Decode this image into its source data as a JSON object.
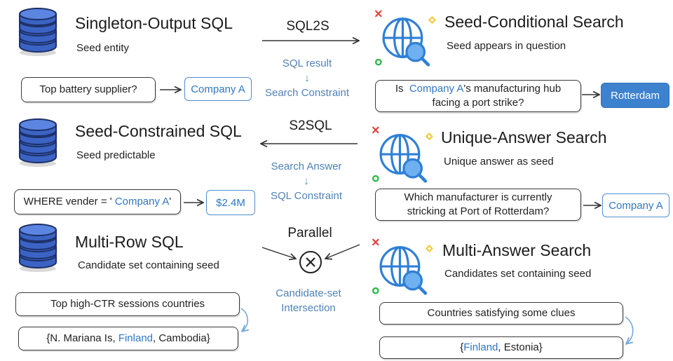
{
  "left": {
    "rows": [
      {
        "title": "Singleton-Output SQL",
        "subtitle": "Seed entity",
        "query": "Top battery supplier?",
        "result": "Company A"
      },
      {
        "title": "Seed-Constrained SQL",
        "subtitle": "Seed predictable",
        "query_pre": "WHERE vender = '",
        "query_hl": "Company A",
        "query_post": "'",
        "result": "$2.4M"
      },
      {
        "title": "Multi-Row SQL",
        "subtitle": "Candidate set containing seed",
        "query": "Top high-CTR sessions countries",
        "result_pre": "{N. Mariana Is,",
        "result_hl": "Finland",
        "result_post": ", Cambodia}"
      }
    ]
  },
  "middle": {
    "op1": "SQL2S",
    "note1_a": "SQL result",
    "note1_arrow": "↓",
    "note1_b": "Search Constraint",
    "op2": "S2SQL",
    "note2_a": "Search Answer",
    "note2_arrow": "↓",
    "note2_b": "SQL Constraint",
    "op3": "Parallel",
    "note3_a": "Candidate-set",
    "note3_b": "Intersection"
  },
  "right": {
    "rows": [
      {
        "title": "Seed-Conditional Search",
        "subtitle": "Seed appears in question",
        "query_pre": "Is",
        "query_hl": "Company A",
        "query_post": "'s manufacturing hub",
        "query_line2": "facing a port strike?",
        "result": "Rotterdam"
      },
      {
        "title": "Unique-Answer Search",
        "subtitle": "Unique answer as seed",
        "query_line1": "Which manufacturer is currently",
        "query_line2": "stricking at Port of Rotterdam?",
        "result": "Company A"
      },
      {
        "title": "Multi-Answer Search",
        "subtitle": "Candidates set containing seed",
        "query": "Countries satisfying some clues",
        "result_pre": "{",
        "result_hl": "Finland",
        "result_post": ", Estonia}"
      }
    ]
  },
  "colors": {
    "db_blue": "#3b63c4",
    "globe_blue": "#2f7fd6",
    "highlight": "#2f78c4",
    "note_blue": "#4f82b8",
    "marker_red": "#e0443c",
    "marker_green": "#2fb84f",
    "marker_yellow": "#f3c62a"
  },
  "icons": [
    "database-icon",
    "globe-search-icon",
    "intersection-icon"
  ]
}
